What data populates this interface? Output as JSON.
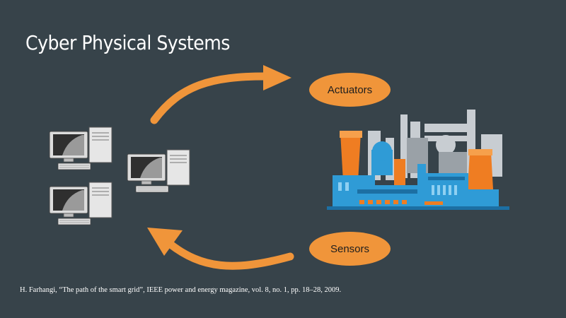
{
  "slide": {
    "title": "Cyber Physical Systems",
    "actuators_label": "Actuators",
    "sensors_label": "Sensors",
    "citation": "H. Farhangi, “The path of the smart grid”, IEEE power and energy magazine, vol. 8, no. 1, pp. 18–28, 2009."
  },
  "colors": {
    "background": "#37434a",
    "accent": "#f0953a",
    "text": "#ffffff",
    "factory_blue": "#2f9bd6",
    "factory_gray": "#c8cdd2",
    "factory_orange": "#ef7d22"
  },
  "icons": [
    "computer-icon",
    "factory-illustration",
    "curved-arrow"
  ]
}
